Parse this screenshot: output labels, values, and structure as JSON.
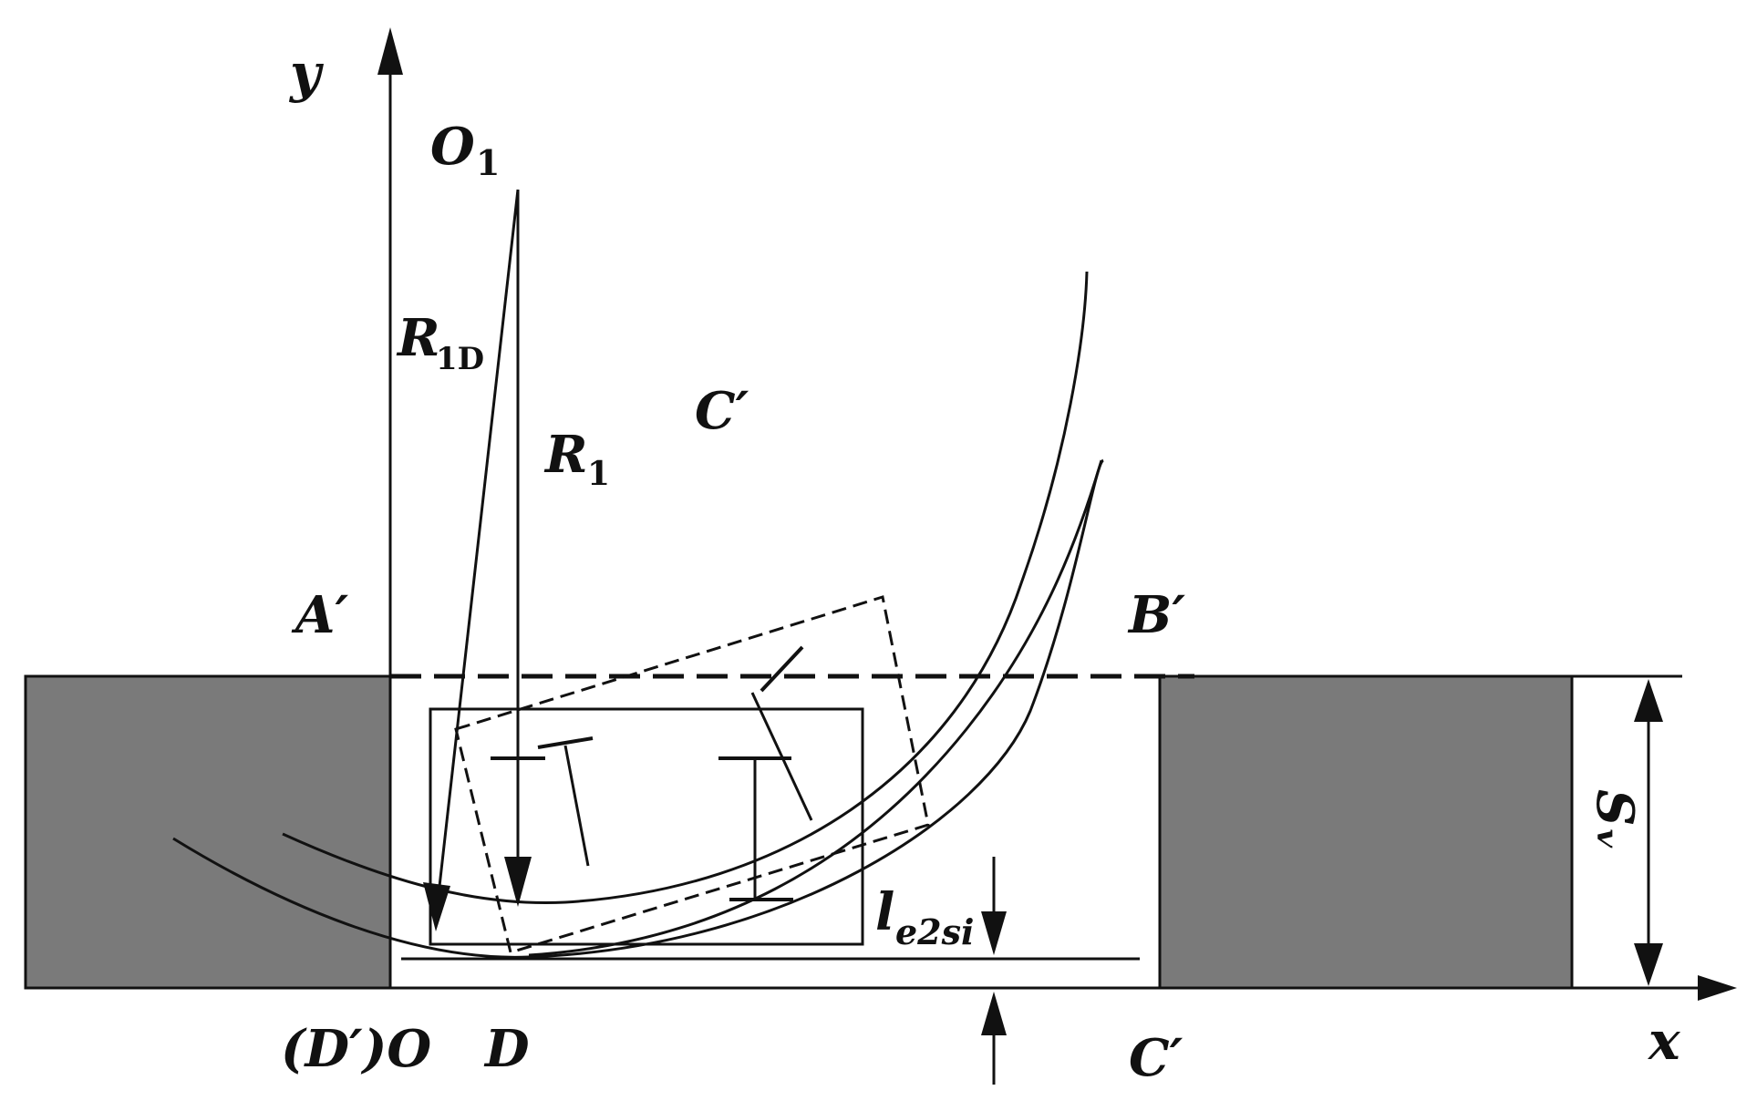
{
  "labels": {
    "y_axis": "y",
    "x_axis": "x",
    "o1_main": "O",
    "o1_sub": "1",
    "r1d_main": "R",
    "r1d_sub": "1D",
    "r1_main": "R",
    "r1_sub": "1",
    "c_prime_top": "C′",
    "a_prime": "A′",
    "b_prime": "B′",
    "d_prime_o": "(D′)O",
    "d": "D",
    "c_prime_bottom": "C′",
    "le2si_main": "l",
    "le2si_sub": "e2si",
    "sv": "Sᵥ"
  },
  "colors": {
    "ink": "#111111",
    "block_fill": "#7a7a7a",
    "background": "#ffffff"
  }
}
